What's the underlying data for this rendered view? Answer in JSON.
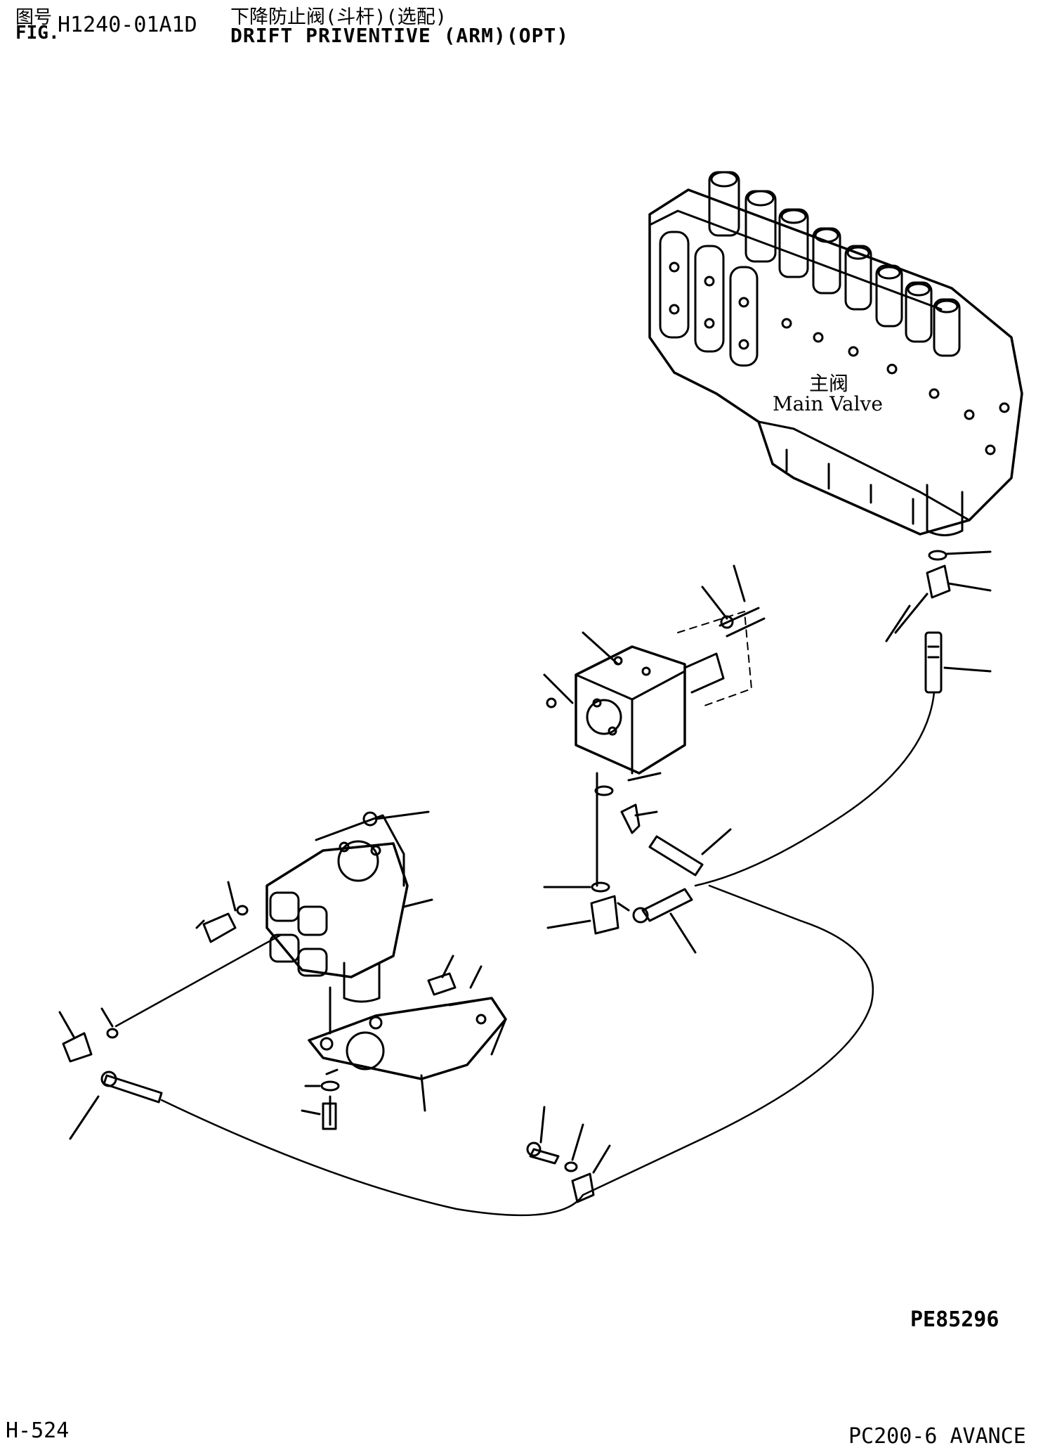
{
  "header": {
    "fig_label_cn": "图号",
    "fig_label_en": "FIG.",
    "fig_number": "H1240-01A1D",
    "title_cn": "下降防止阀(斗杆)(选配)",
    "title_en": "DRIFT PRIVENTIVE (ARM)(OPT)"
  },
  "diagram": {
    "main_valve_cn": "主阀",
    "main_valve_en": "Main Valve",
    "drawing_code": "PE85296"
  },
  "footer": {
    "page": "H-524",
    "model": "PC200-6 AVANCE"
  }
}
